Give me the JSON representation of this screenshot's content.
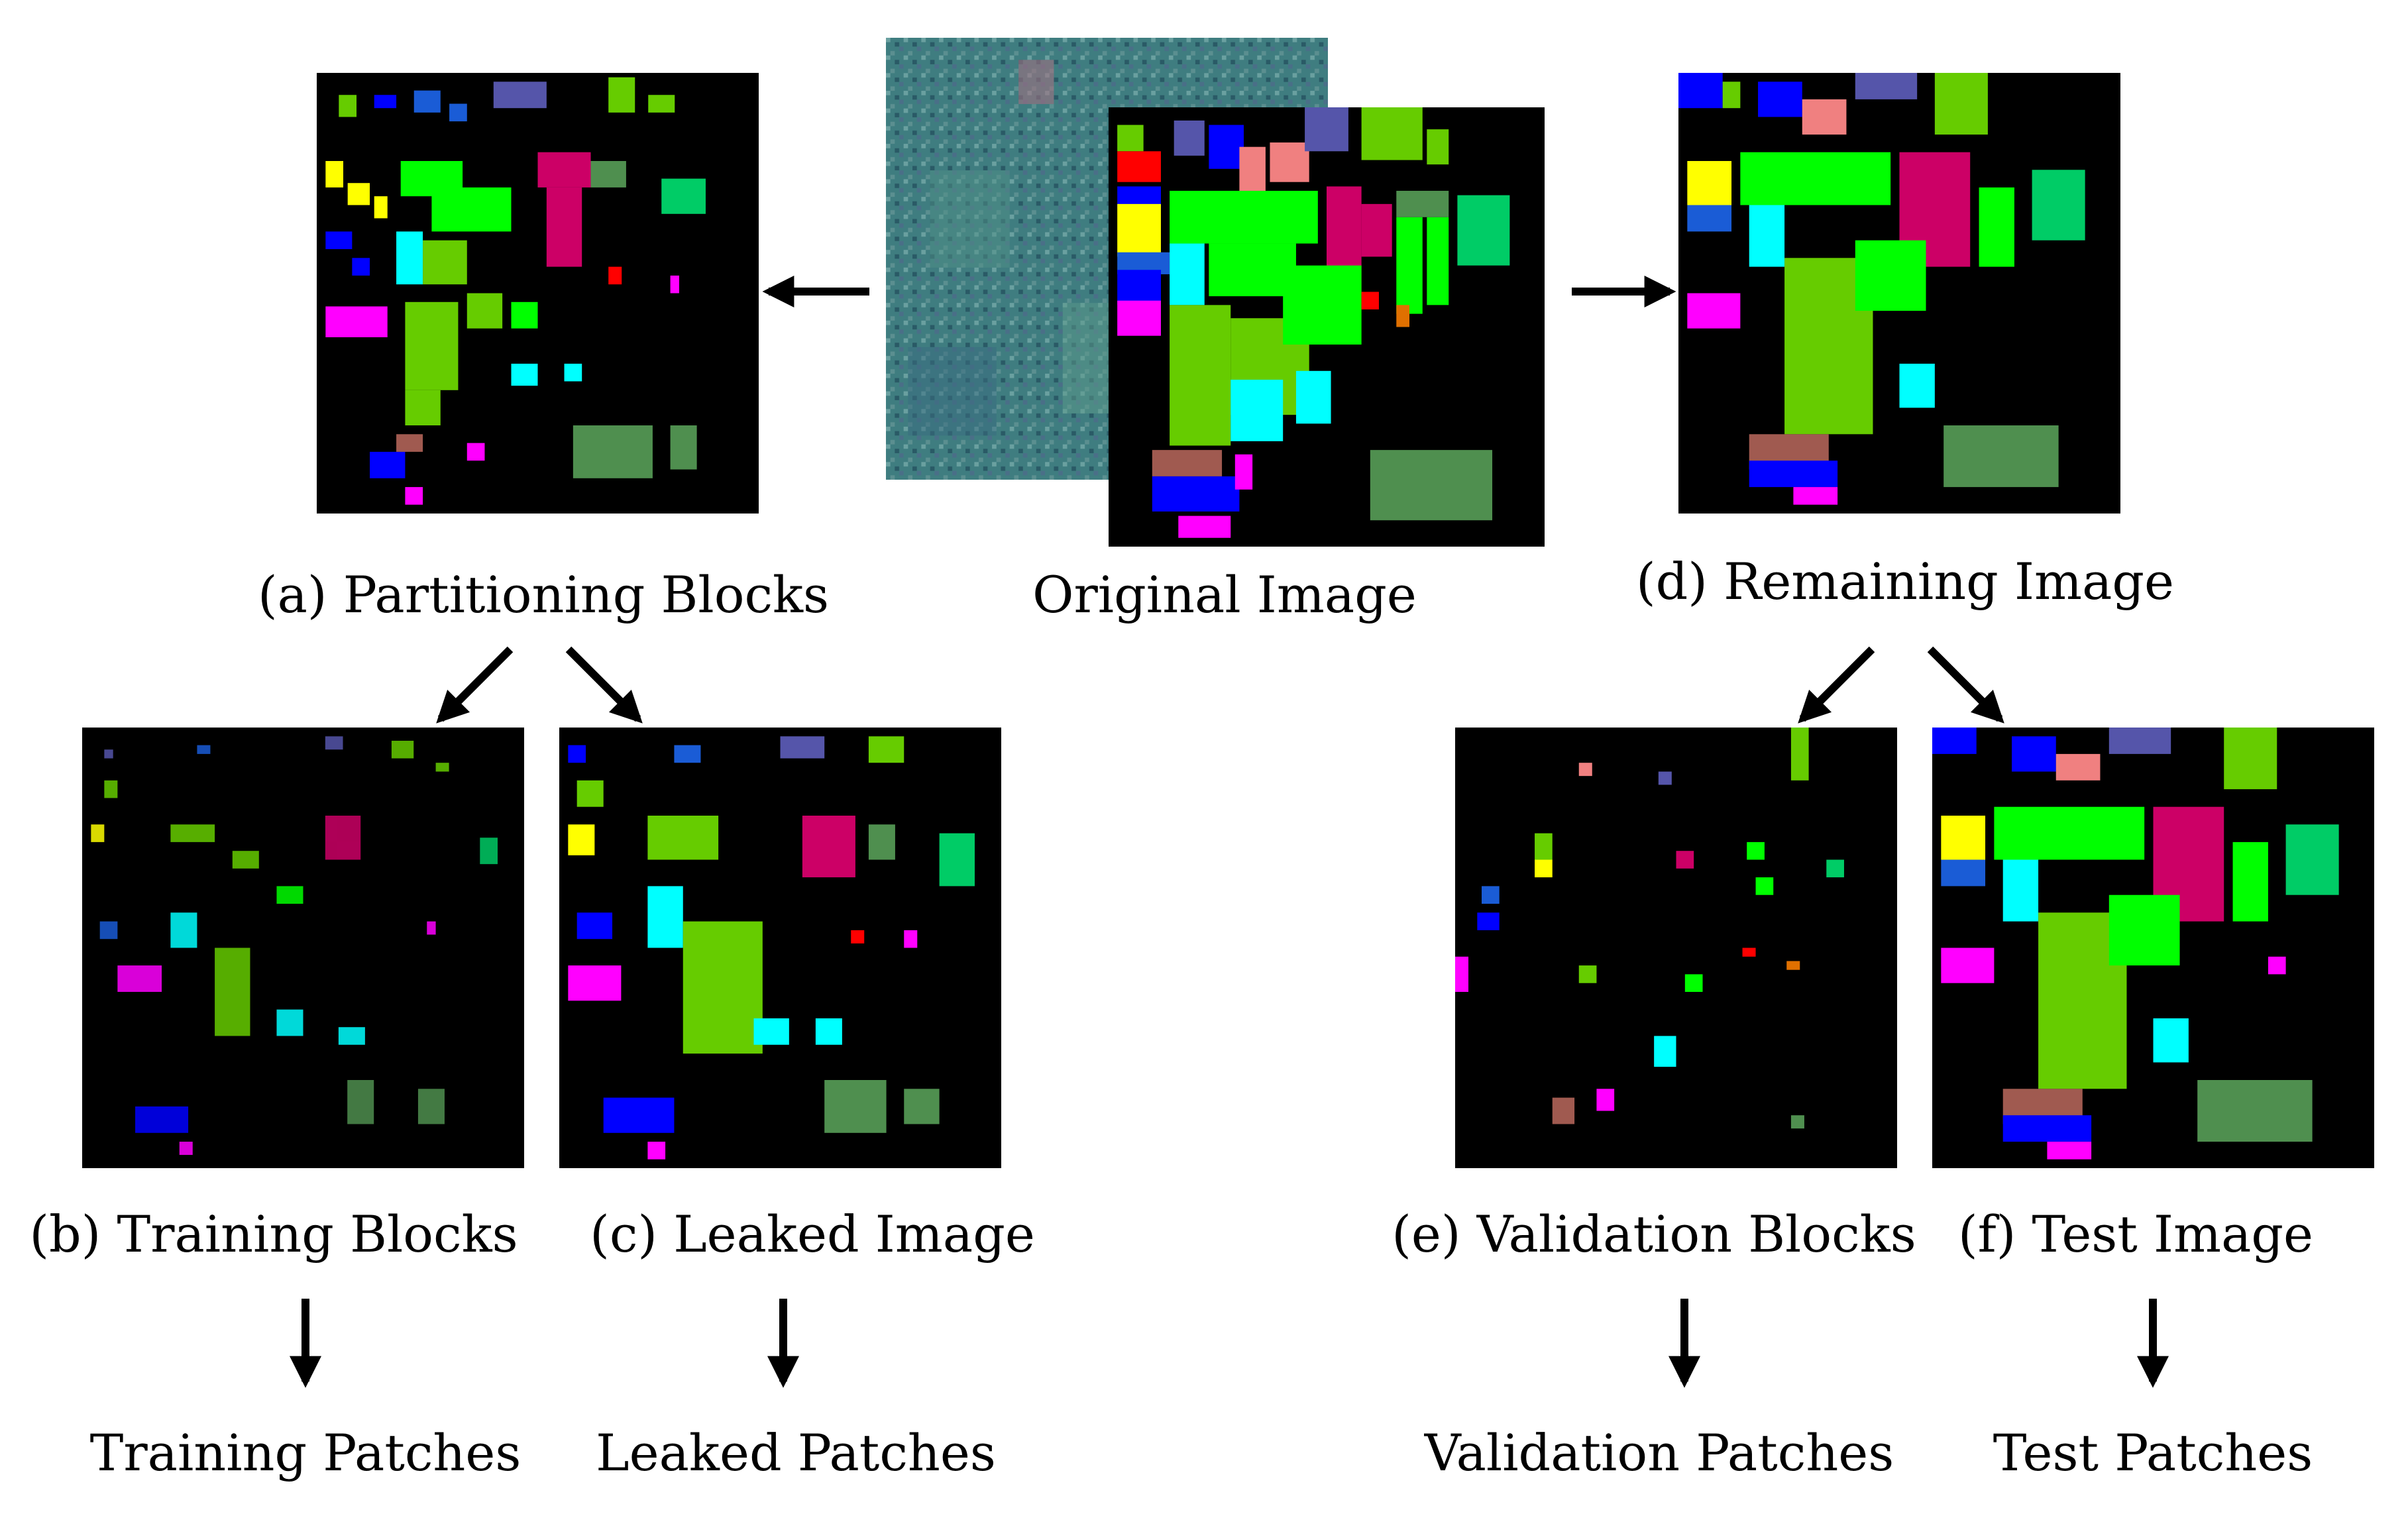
{
  "original": {
    "label": "Original Image"
  },
  "panels": {
    "a": {
      "label": "(a) Partitioning Blocks"
    },
    "b": {
      "label": "(b) Training Blocks",
      "output": "Training Patches"
    },
    "c": {
      "label": "(c) Leaked Image",
      "output": "Leaked Patches"
    },
    "d": {
      "label": "(d) Remaining Image"
    },
    "e": {
      "label": "(e) Validation Blocks",
      "output": "Validation Patches"
    },
    "f": {
      "label": "(f) Test Image",
      "output": "Test Patches"
    }
  },
  "colors": {
    "background": "#000000",
    "lime": "#66cc00",
    "green": "#00ff00",
    "forest": "#4f8f4f",
    "magenta": "#ff00ff",
    "crimson": "#cc0066",
    "blue": "#0000ff",
    "royal": "#1a5cd6",
    "cyan": "#00ffff",
    "yellow": "#ffff00",
    "slate": "#5555aa",
    "salmon": "#f08080",
    "brown": "#a05a50",
    "sea": "#00cc66",
    "red": "#ff0000",
    "orange": "#e07000",
    "olive": "#55bb22",
    "spectral_tint": "#3d7a7e"
  }
}
